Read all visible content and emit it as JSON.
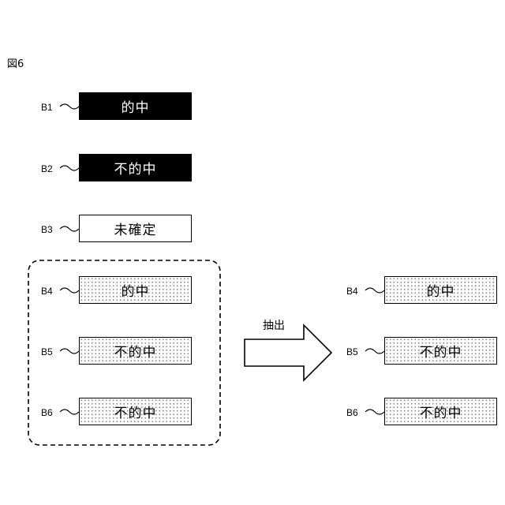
{
  "figure_label": "図6",
  "left_column": [
    {
      "ref": "B1",
      "text": "的中",
      "style": "black"
    },
    {
      "ref": "B2",
      "text": "不的中",
      "style": "black"
    },
    {
      "ref": "B3",
      "text": "未確定",
      "style": "white"
    },
    {
      "ref": "B4",
      "text": "的中",
      "style": "dotted"
    },
    {
      "ref": "B5",
      "text": "不的中",
      "style": "dotted"
    },
    {
      "ref": "B6",
      "text": "不的中",
      "style": "dotted"
    }
  ],
  "arrow_label": "抽出",
  "right_column": [
    {
      "ref": "B4",
      "text": "的中",
      "style": "dotted"
    },
    {
      "ref": "B5",
      "text": "不的中",
      "style": "dotted"
    },
    {
      "ref": "B6",
      "text": "不的中",
      "style": "dotted"
    }
  ]
}
